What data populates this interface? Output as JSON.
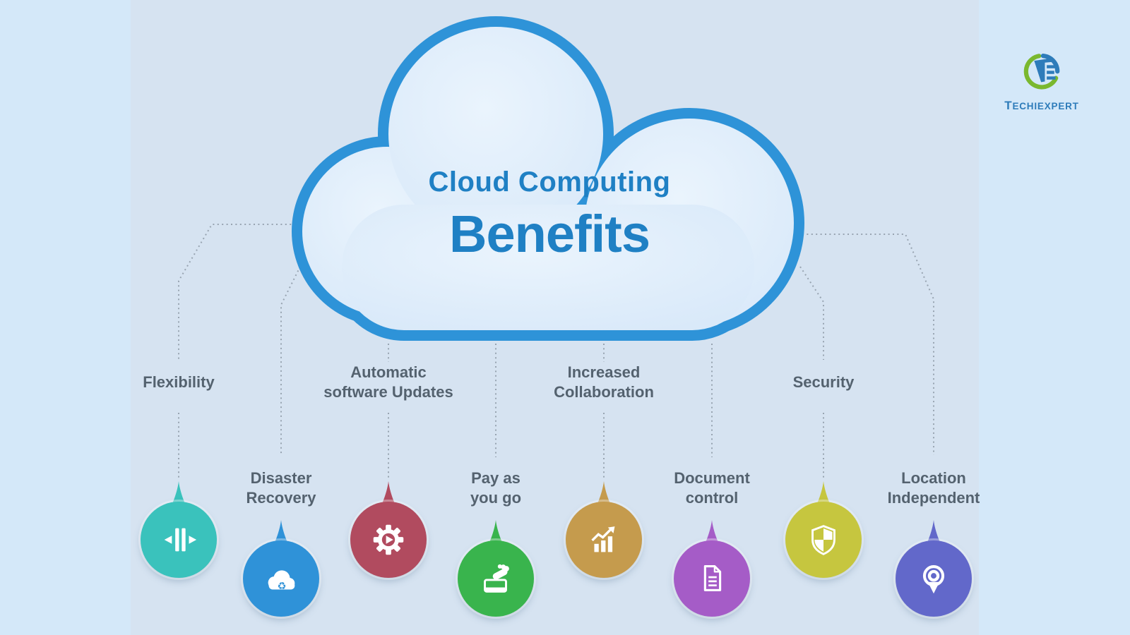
{
  "page": {
    "bg_outer": "#d4e8f9",
    "bg_canvas": "#d6e3f1"
  },
  "cloud": {
    "title": "Cloud Computing",
    "subtitle": "Benefits",
    "stroke_color": "#2e93d8",
    "fill_color": "#dcebfa",
    "text_color": "#1f80c4"
  },
  "brand": {
    "name": "Techiexpert",
    "display": "TECHIEXPERT",
    "monogram": "TE",
    "blue": "#2e7cba",
    "green": "#7ab82f"
  },
  "connector_color": "#8d99a6",
  "label_color": "#54626f",
  "benefits": [
    {
      "id": "flexibility",
      "line1": "Flexibility",
      "line2": "",
      "color": "#3ac2bc",
      "icon": "flex-arrows-icon",
      "row": "top"
    },
    {
      "id": "disaster-recovery",
      "line1": "Disaster",
      "line2": "Recovery",
      "color": "#2f92d8",
      "icon": "cloud-recycle-icon",
      "row": "bottom"
    },
    {
      "id": "automatic-software-updates",
      "line1": "Automatic",
      "line2": "software Updates",
      "color": "#b14b5f",
      "icon": "gear-play-icon",
      "row": "top"
    },
    {
      "id": "pay-as-you-go",
      "line1": "Pay as",
      "line2": "you go",
      "color": "#39b44d",
      "icon": "hand-money-icon",
      "row": "bottom"
    },
    {
      "id": "increased-collaboration",
      "line1": "Increased",
      "line2": "Collaboration",
      "color": "#c59b4d",
      "icon": "growth-chart-icon",
      "row": "top"
    },
    {
      "id": "document-control",
      "line1": "Document",
      "line2": "control",
      "color": "#a55cc7",
      "icon": "document-icon",
      "row": "bottom"
    },
    {
      "id": "security",
      "line1": "Security",
      "line2": "",
      "color": "#c6c63f",
      "icon": "shield-icon",
      "row": "top"
    },
    {
      "id": "location-independent",
      "line1": "Location",
      "line2": "Independent",
      "color": "#6268ca",
      "icon": "map-pin-icon",
      "row": "bottom"
    }
  ]
}
